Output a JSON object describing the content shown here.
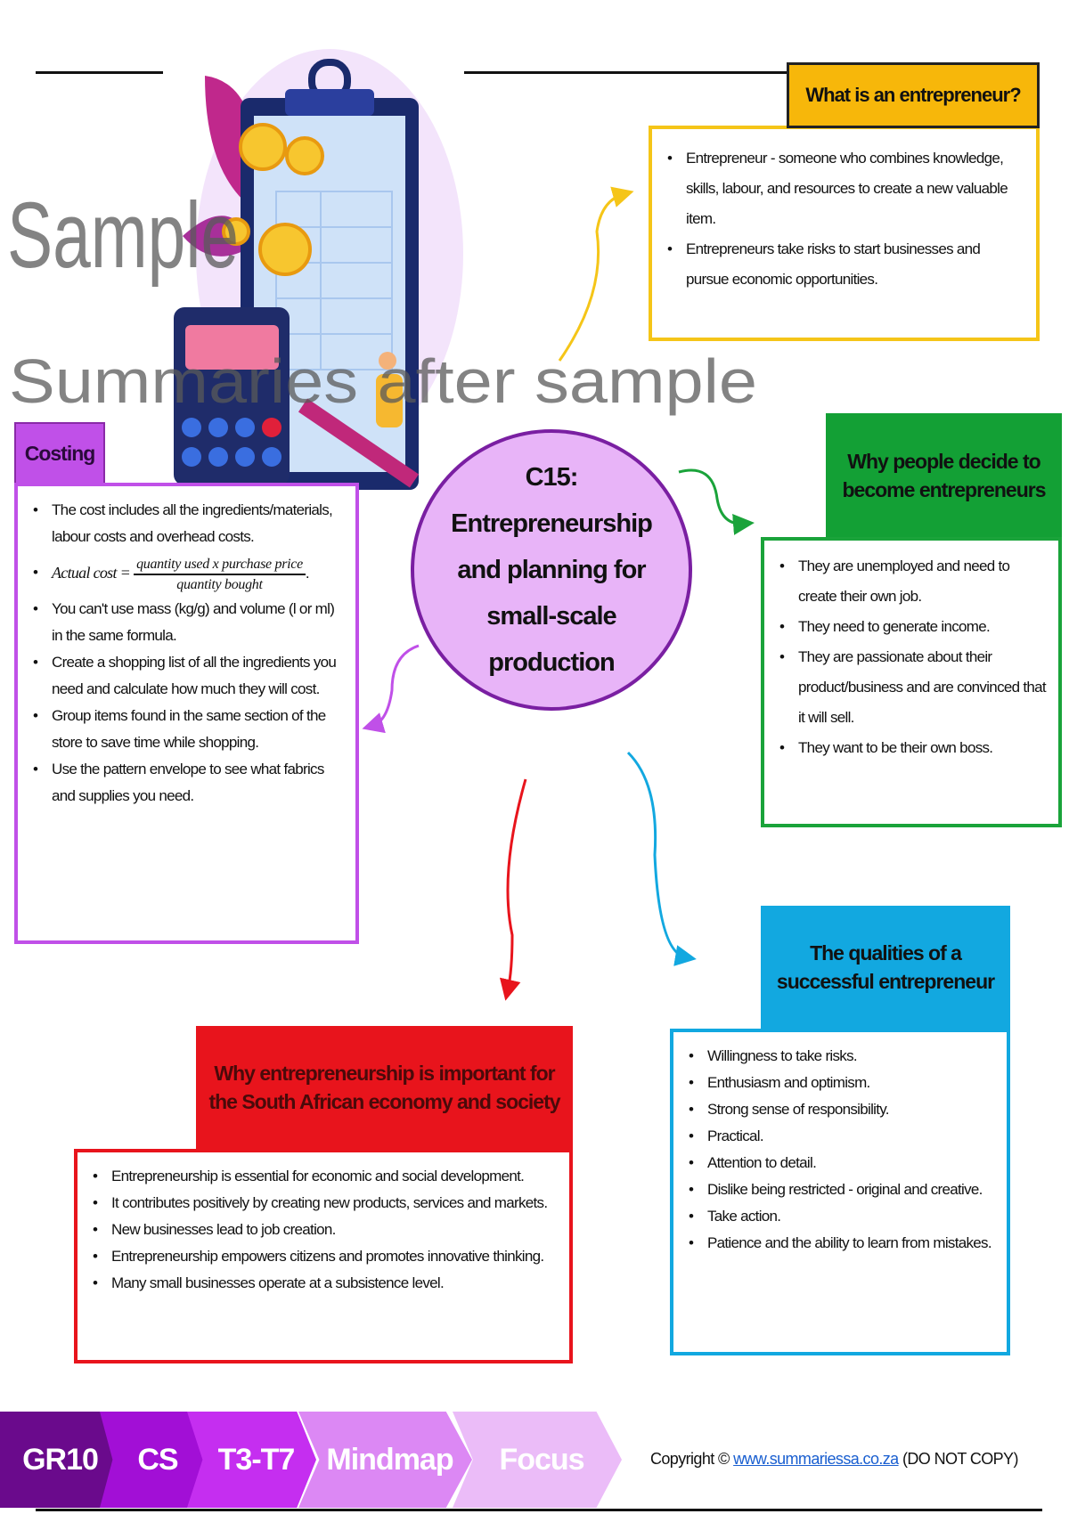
{
  "center": {
    "lines": [
      "C15:",
      "Entrepreneurship",
      "and planning for",
      "small-scale",
      "production"
    ]
  },
  "what": {
    "title": "What is an entrepreneur?",
    "items": [
      "Entrepreneur - someone who combines knowledge, skills, labour, and resources to create a new valuable item.",
      "Entrepreneurs take risks to start businesses and pursue economic opportunities."
    ],
    "color": "#f5c518"
  },
  "why_people": {
    "title": "Why people decide to become entrepreneurs",
    "items": [
      "They are unemployed and need to create their own job.",
      "They need to generate income.",
      "They are passionate about their product/business and are convinced that it will sell.",
      "They want to be their own boss."
    ],
    "color": "#1aa33a"
  },
  "qualities": {
    "title": "The qualities of a successful entrepreneur",
    "items": [
      "Willingness to take risks.",
      "Enthusiasm and optimism.",
      "Strong sense of responsibility.",
      "Practical.",
      "Attention to detail.",
      "Dislike being restricted - original and creative.",
      "Take action.",
      "Patience and the ability to learn from mistakes."
    ],
    "color": "#12a8e0"
  },
  "important": {
    "title": "Why entrepreneurship is important for the South African economy and society",
    "items": [
      "Entrepreneurship is essential for economic and social development.",
      "It contributes positively by creating new products, services and markets.",
      "New businesses lead to job creation.",
      "Entrepreneurship empowers citizens and promotes innovative thinking.",
      "Many small businesses operate at a subsistence level."
    ],
    "color": "#e8141c"
  },
  "costing": {
    "title": "Costing",
    "item1": "The cost includes all the ingredients/materials, labour costs and overhead costs.",
    "formula_label": "Actual cost =",
    "formula_num": "quantity used x purchase price",
    "formula_den": "quantity bought",
    "items": [
      "You can't use mass (kg/g) and volume (l or ml) in the same formula.",
      "Create a shopping list of all the ingredients you need and calculate how much they will cost.",
      "Group items found in the same section of the store to save time while shopping.",
      "Use the pattern envelope to see what fabrics and supplies you need."
    ],
    "color": "#c050e8"
  },
  "watermark": {
    "line1": "Sample",
    "line2": "Summaries after sample"
  },
  "footer": {
    "tags": [
      "GR10",
      "CS",
      "T3-T7",
      "Mindmap",
      "Focus"
    ],
    "copyright_prefix": "Copyright ©",
    "link": "www.summariessa.co.za",
    "copyright_suffix": "(DO NOT COPY)"
  }
}
